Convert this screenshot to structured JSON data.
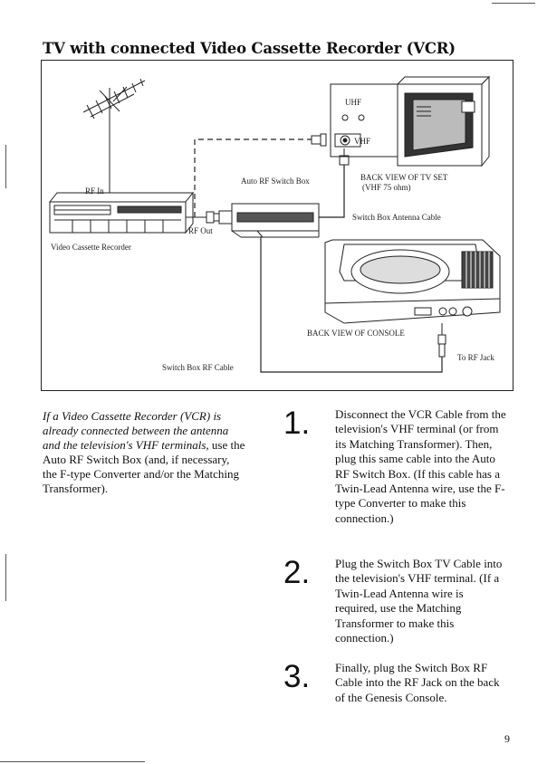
{
  "title": "TV with connected Video Cassette Recorder (VCR)",
  "diagram": {
    "labels": {
      "uhf": "UHF",
      "vhf": "VHF",
      "back_view_tv": "BACK VIEW OF TV SET",
      "vhf_ohm": "(VHF 75 ohm)",
      "auto_rf_switch_box": "Auto RF Switch Box",
      "switch_box_antenna_cable": "Switch Box Antenna Cable",
      "rf_in": "RF In",
      "rf_out": "RF Out",
      "video_cassette_recorder": "Video Cassette Recorder",
      "back_view_console": "BACK VIEW OF CONSOLE",
      "to_rf_jack": "To RF Jack",
      "switch_box_rf_cable": "Switch Box RF Cable"
    }
  },
  "intro": {
    "italic": "If a Video Cassette Recorder (VCR) is already connected between the antenna and the television's VHF terminals,",
    "rest": "use the Auto RF Switch Box (and, if necessary, the F-type Converter and/or the Matching Transformer)."
  },
  "steps": [
    {
      "number": "1.",
      "text": "Disconnect the VCR Cable from the television's VHF terminal (or from its Matching Transformer). Then, plug this same cable into the Auto RF Switch Box. (If this cable has a Twin-Lead Antenna wire, use the F-type Converter to make this connection.)"
    },
    {
      "number": "2.",
      "text": "Plug the Switch Box TV Cable into the television's VHF terminal. (If a Twin-Lead Antenna wire is required, use the Matching Transformer to make this connection.)"
    },
    {
      "number": "3.",
      "text": "Finally, plug the Switch Box RF Cable into the RF Jack on the back of the Genesis Console."
    }
  ],
  "page_number": "9"
}
